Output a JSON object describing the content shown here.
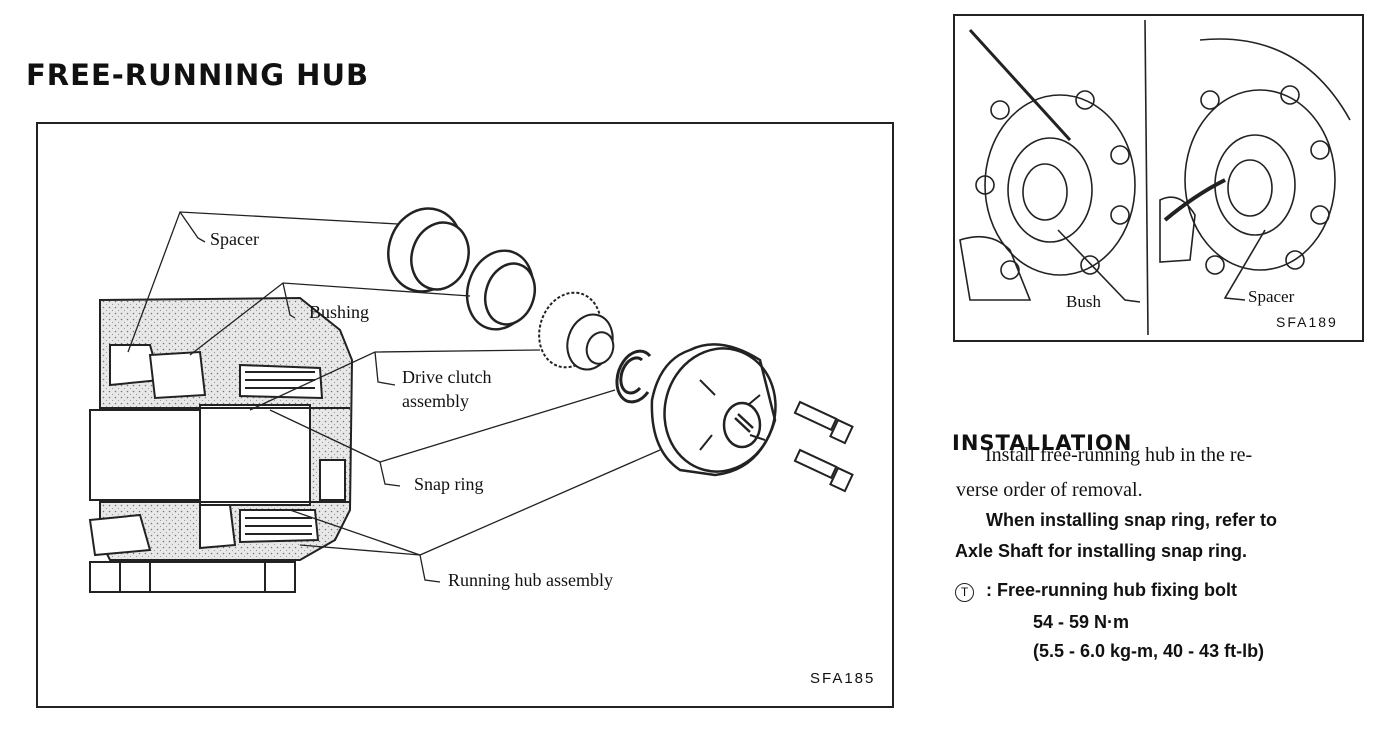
{
  "page": {
    "title": "FREE-RUNNING HUB"
  },
  "figure_main": {
    "code": "SFA185",
    "labels": {
      "spacer": "Spacer",
      "bushing": "Bushing",
      "drive_clutch_1": "Drive clutch",
      "drive_clutch_2": "assembly",
      "snap_ring": "Snap ring",
      "running_hub": "Running hub assembly"
    }
  },
  "figure_photo": {
    "code": "SFA189",
    "labels": {
      "bush": "Bush",
      "spacer": "Spacer"
    }
  },
  "installation": {
    "heading": "INSTALLATION",
    "line1": "Install free-running hub in the re-",
    "line2": "verse order of removal.",
    "line3": "When installing snap ring, refer to",
    "line4": "Axle Shaft for installing snap ring.",
    "torque_symbol": "T",
    "torque_label": ": Free-running hub fixing bolt",
    "torque_nm": "54 - 59 N·m",
    "torque_alt": "(5.5 - 6.0 kg-m, 40 - 43 ft-lb)"
  }
}
